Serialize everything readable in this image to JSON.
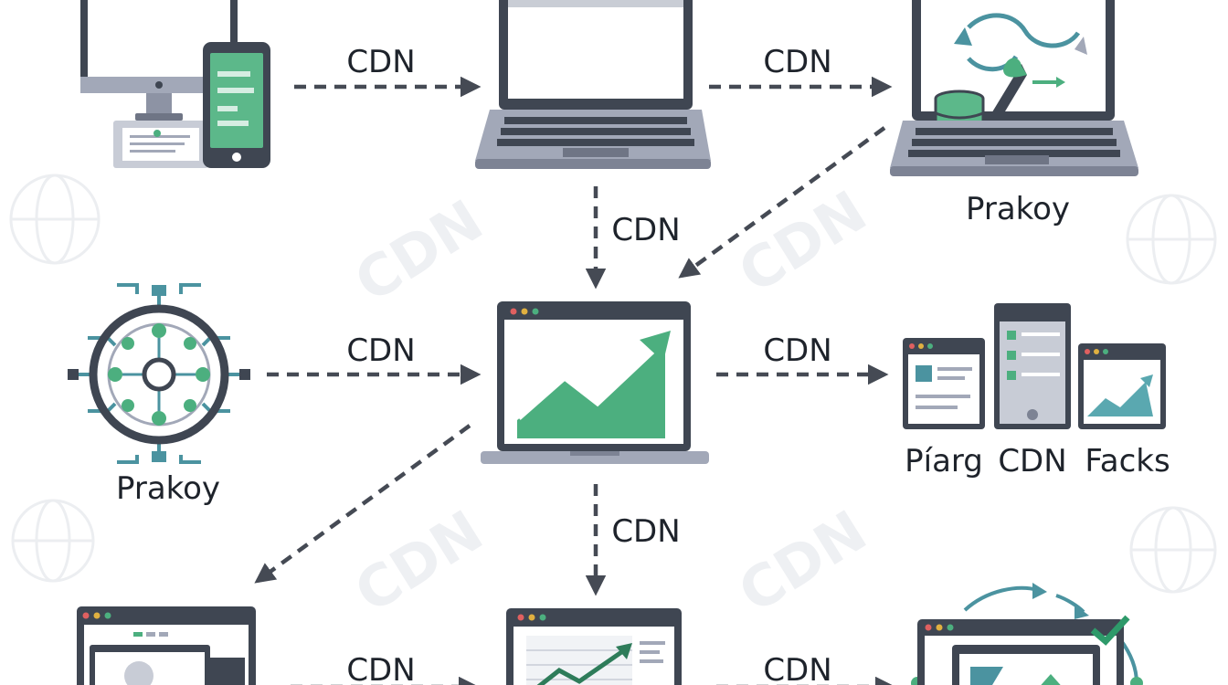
{
  "labels": {
    "cdn": "CDN",
    "node_top_right": "Prakoy",
    "node_mid_left": "Prakoy",
    "group_left": "Píarg",
    "group_mid": "CDN",
    "group_right": "Facks"
  },
  "watermarks": [
    "CDN",
    "CDN",
    "CDN",
    "CDN"
  ],
  "colors": {
    "dark": "#3f4652",
    "frame": "#4a5060",
    "gray": "#a2a8b8",
    "green": "#4caf7f",
    "teal": "#4b93a0",
    "screen": "#ffffff"
  },
  "icons": {
    "node_top_left": "desktop-and-phone-icon",
    "node_top_mid": "laptop-icon",
    "node_top_right": "laptop-database-sync-icon",
    "node_mid_left": "network-hub-icon",
    "node_center": "laptop-growth-chart-icon",
    "node_mid_right": "browser-windows-group-icon",
    "node_bot_left": "browser-profile-icon",
    "node_bot_mid": "browser-chart-icon",
    "node_bot_right": "browser-sync-icon"
  }
}
